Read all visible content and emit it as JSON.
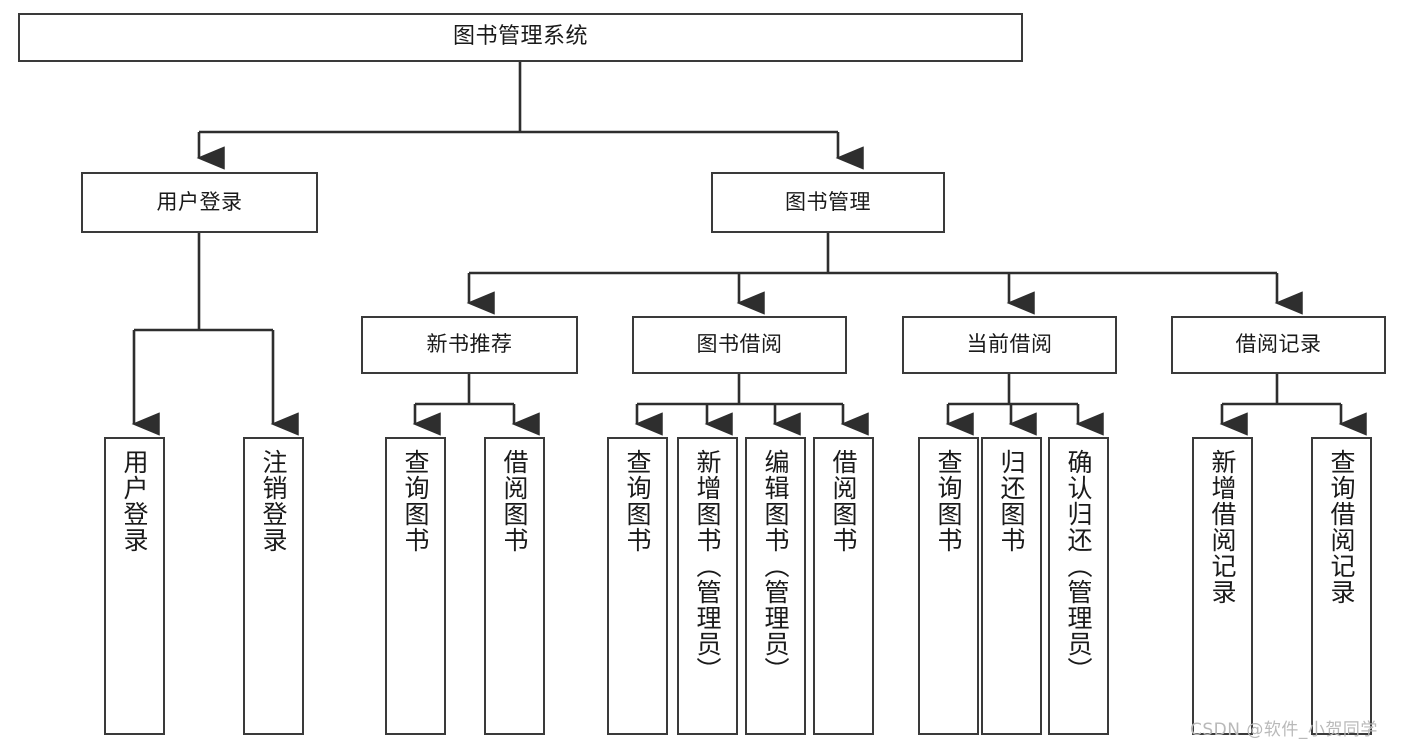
{
  "diagram": {
    "title": "图书管理系统",
    "watermark": "CSDN @软件_小贺同学",
    "colors": {
      "box_border": "#3a3a3a",
      "box_fill": "#ffffff",
      "connector": "#2e2e2e",
      "text": "#1a1a1a",
      "watermark": "#b9b9b9",
      "background": "#ffffff"
    },
    "root": {
      "label": "图书管理系统"
    },
    "level2": [
      {
        "label": "用户登录"
      },
      {
        "label": "图书管理"
      }
    ],
    "level3": [
      {
        "label": "新书推荐"
      },
      {
        "label": "图书借阅"
      },
      {
        "label": "当前借阅"
      },
      {
        "label": "借阅记录"
      }
    ],
    "leaves_user_login": [
      {
        "label": "用户登录"
      },
      {
        "label": "注销登录"
      }
    ],
    "leaves_new_books": [
      {
        "label": "查询图书"
      },
      {
        "label": "借阅图书"
      }
    ],
    "leaves_borrow": [
      {
        "label": "查询图书"
      },
      {
        "label": "新增图书（管理员）"
      },
      {
        "label": "编辑图书（管理员）"
      },
      {
        "label": "借阅图书"
      }
    ],
    "leaves_current": [
      {
        "label": "查询图书"
      },
      {
        "label": "归还图书"
      },
      {
        "label": "确认归还（管理员）"
      }
    ],
    "leaves_records": [
      {
        "label": "新增借阅记录"
      },
      {
        "label": "查询借阅记录"
      }
    ]
  }
}
